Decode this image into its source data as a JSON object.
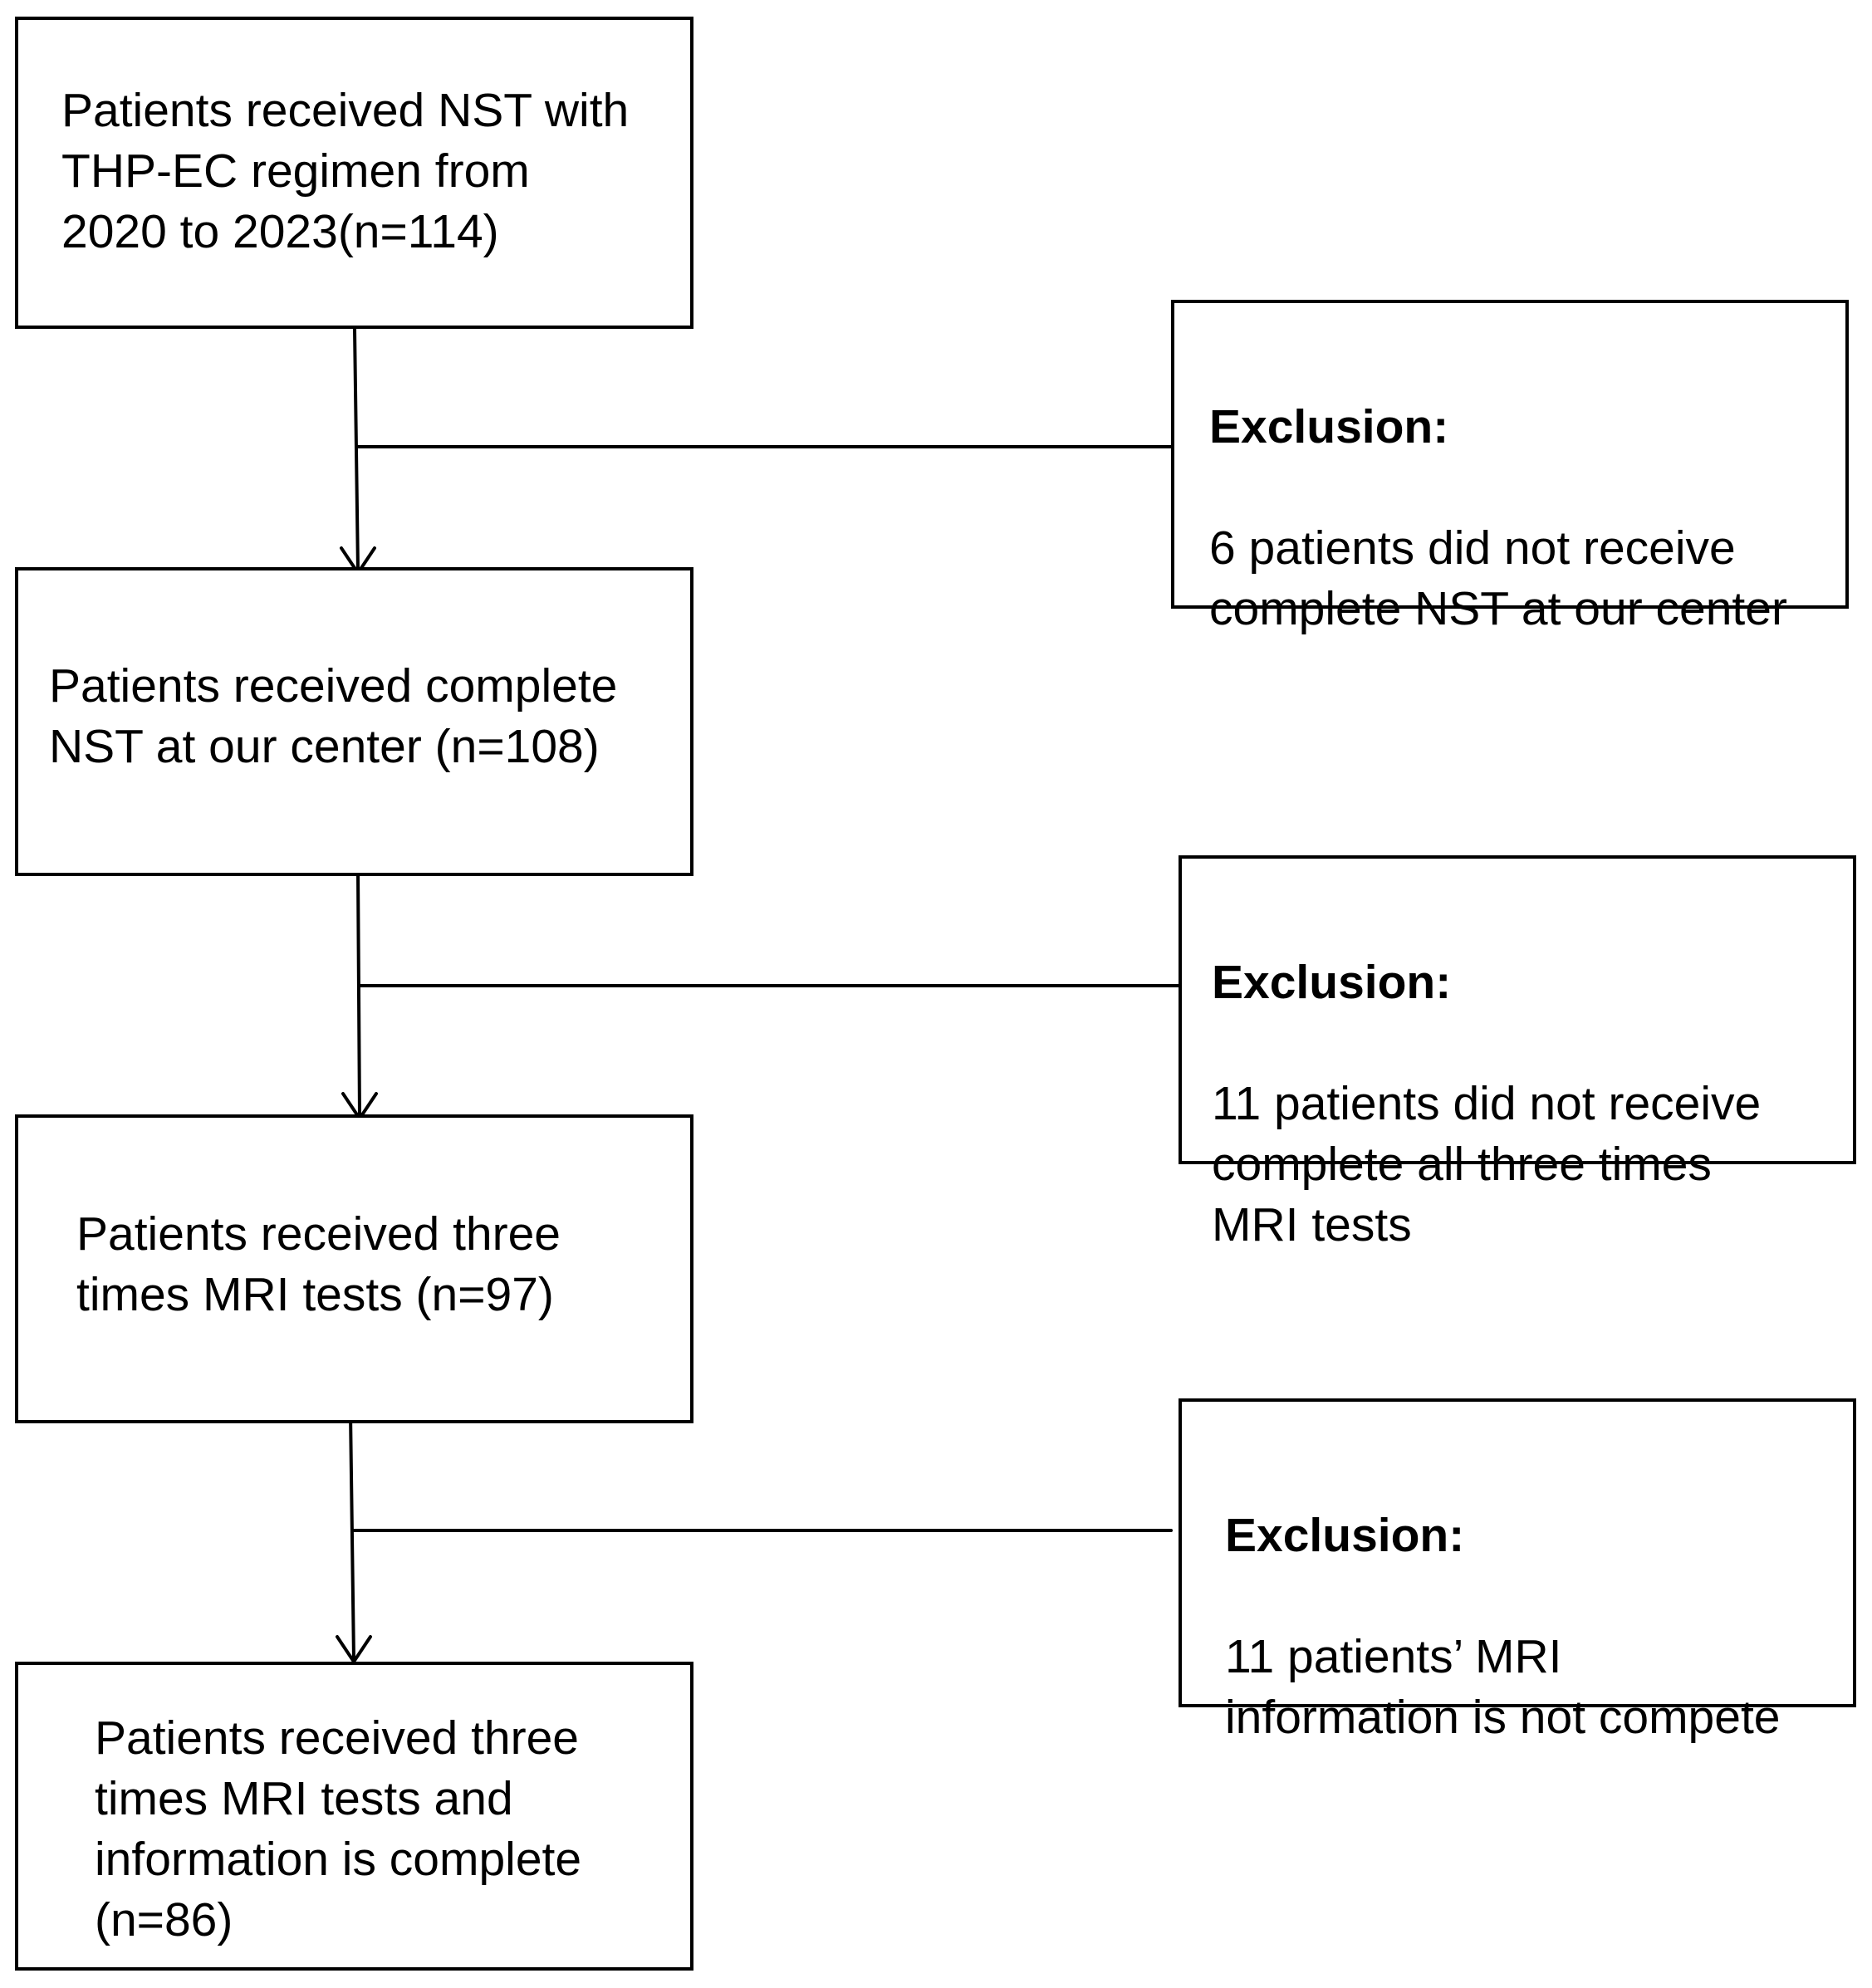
{
  "flow_boxes": [
    {
      "text": "Patients received NST with\nTHP-EC regimen from\n2020 to 2023(n=114)"
    },
    {
      "text": "Patients received complete\nNST at our center (n=108)"
    },
    {
      "text": "Patients received three\ntimes MRI tests (n=97)"
    },
    {
      "text": "Patients received three\ntimes MRI tests and\ninformation is complete\n(n=86)"
    }
  ],
  "exclusion_boxes": [
    {
      "title": "Exclusion:",
      "text": "6 patients did not receive\ncomplete NST at our center"
    },
    {
      "title": "Exclusion:",
      "text": "11 patients did not receive\ncomplete all three  times\nMRI tests"
    },
    {
      "title": "Exclusion:",
      "text": "11 patients’ MRI\ninformation is not compete"
    }
  ]
}
